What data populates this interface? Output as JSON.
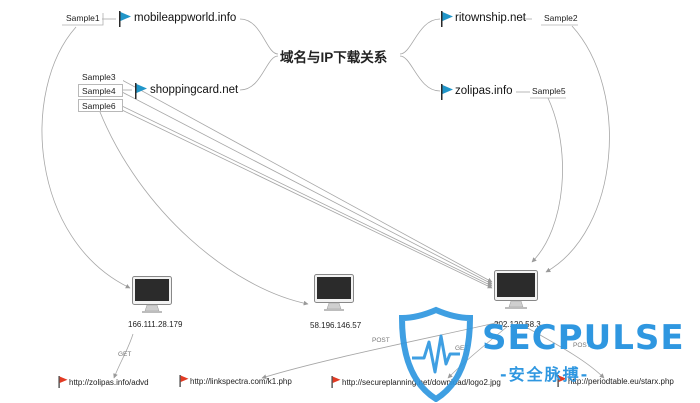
{
  "title": "域名与IP下载关系",
  "samples": {
    "s1": "Sample1",
    "s2": "Sample2",
    "s3": "Sample3",
    "s4": "Sample4",
    "s5": "Sample5",
    "s6": "Sample6"
  },
  "domains": {
    "d1": "mobileappworld.info",
    "d2": "ritownship.net",
    "d3": "shoppingcard.net",
    "d4": "zolipas.info"
  },
  "ips": {
    "ip1": "166.111.28.179",
    "ip2": "58.196.146.57",
    "ip3": "202.120.58.3"
  },
  "methods": {
    "m1": "GET",
    "m2": "POST",
    "m3": "GET",
    "m4": "POST"
  },
  "urls": {
    "u1": "http://zolipas.info/advd",
    "u2": "http://linkspectra.com/k1.php",
    "u3": "http://secureplanning.net/download/logo2.jpg",
    "u4": "http://periodtable.eu/starx.php"
  },
  "watermark": {
    "brand": "SECPULSE",
    "sub": "-安全脉搏-"
  },
  "colors": {
    "flag_blue": "#2196c9",
    "flag_red": "#e23b24",
    "line": "#9a9a9a",
    "brand": "#2f97e0"
  }
}
